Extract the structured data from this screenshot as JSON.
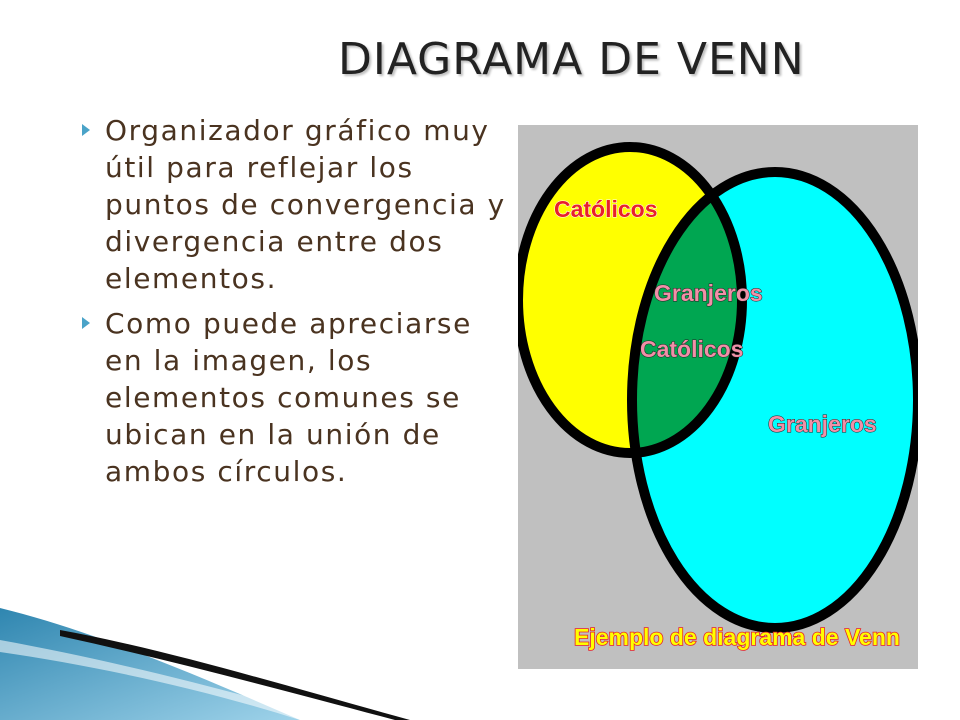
{
  "slide": {
    "title": "DIAGRAMA DE VENN",
    "bullets": [
      "Organizador gráfico muy útil para reflejar los puntos de convergencia y divergencia entre dos elementos.",
      "Como puede apreciarse en la imagen, los elementos comunes se ubican en la unión de ambos círculos."
    ]
  },
  "diagram": {
    "left_set_label": "Católicos",
    "intersection_label_1": "Granjeros",
    "intersection_label_2": "Católicos",
    "right_set_label": "Granjeros",
    "caption": "Ejemplo de diagrama de Venn",
    "colors": {
      "background": "#c0c0c0",
      "left_set": "#ffff00",
      "right_set": "#00ffff",
      "intersection": "#00a651",
      "outline": "#000000",
      "label_red": "#e8202a",
      "label_pink": "#f090a8",
      "caption_fill": "#ffff00",
      "caption_outline": "#e8202a"
    }
  },
  "decoration": {
    "accent_color": "#4aa3c8"
  }
}
